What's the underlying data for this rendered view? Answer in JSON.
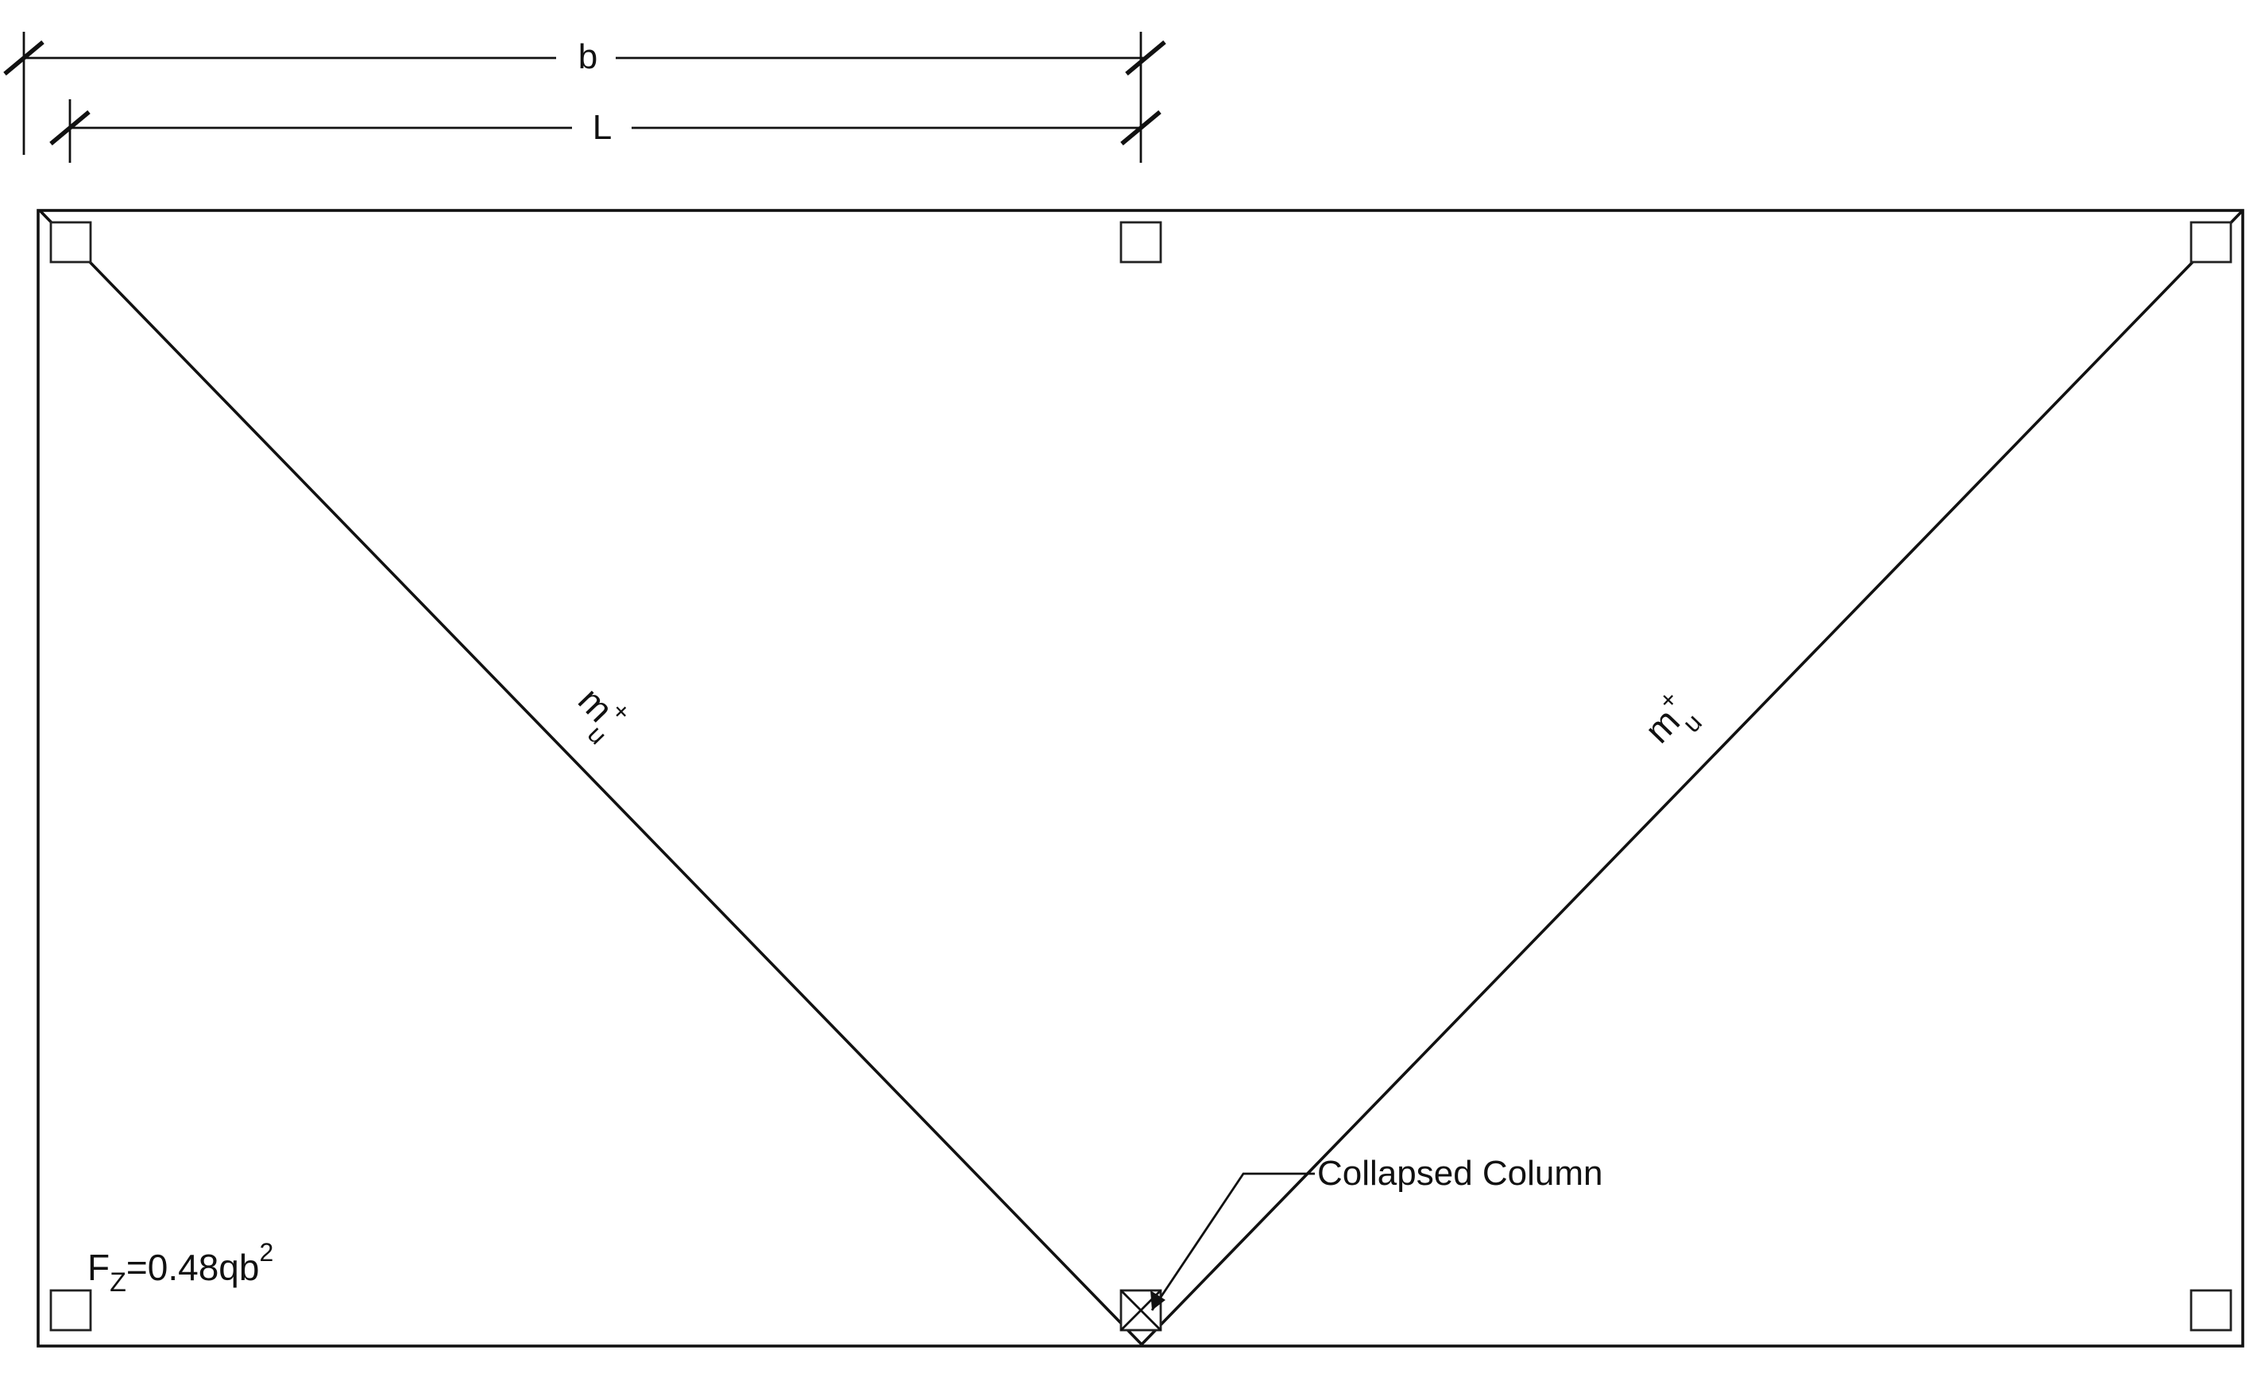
{
  "dimensions": {
    "b_label": "b",
    "L_label": "L"
  },
  "yield_lines": {
    "left_label": {
      "m": "m",
      "sup": "+",
      "sub": "u"
    },
    "right_label": {
      "m": "m",
      "sup": "+",
      "sub": "u"
    }
  },
  "callout": {
    "text": "Collapsed Column"
  },
  "load": {
    "base": "F",
    "sub": "Z",
    "expr": "=0.48qb",
    "sup": "2"
  },
  "colors": {
    "line": "#111111",
    "background": "#ffffff"
  }
}
